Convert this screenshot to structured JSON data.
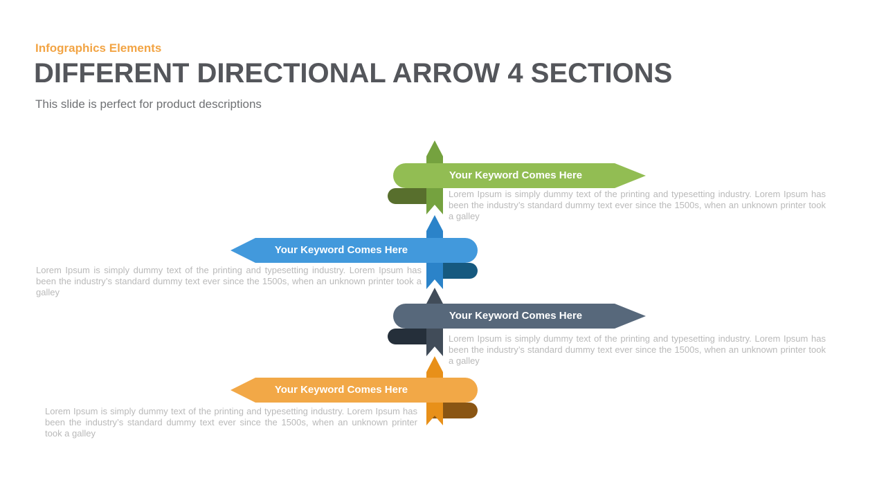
{
  "slide": {
    "eyebrow": "Infographics Elements",
    "title": "DIFFERENT DIRECTIONAL ARROW 4 SECTIONS",
    "subtitle": "This slide is perfect for product descriptions"
  },
  "colors": {
    "eyebrow": "#F2A444",
    "title": "#54565B",
    "subtitle": "#6E7073",
    "body_text": "#B9B9B9",
    "keyword_text": "#FFFFFF"
  },
  "sections": [
    {
      "name": "section-1",
      "direction": "right",
      "keyword": "Your Keyword Comes Here",
      "description": "Lorem Ipsum is simply dummy text of the printing and typesetting industry. Lorem Ipsum has been the industry’s standard dummy text ever since the 1500s, when an unknown printer took a galley",
      "colors": {
        "banner": "#92BD53",
        "arrow": "#75A23F",
        "fold": "#586F2D"
      }
    },
    {
      "name": "section-2",
      "direction": "left",
      "keyword": "Your Keyword Comes Here",
      "description": "Lorem Ipsum is simply dummy text of the printing and typesetting industry. Lorem Ipsum has been the industry’s standard dummy text ever since the 1500s, when an unknown printer took a galley",
      "colors": {
        "banner": "#4299DC",
        "arrow": "#2B83C9",
        "fold": "#16597F"
      }
    },
    {
      "name": "section-3",
      "direction": "right",
      "keyword": "Your Keyword Comes Here",
      "description": "Lorem Ipsum is simply dummy text of the printing and typesetting industry. Lorem Ipsum has been the industry’s standard dummy text ever since the 1500s, when an unknown printer took a galley",
      "colors": {
        "banner": "#57687B",
        "arrow": "#414C59",
        "fold": "#252F3A"
      }
    },
    {
      "name": "section-4",
      "direction": "left",
      "keyword": "Your Keyword Comes Here",
      "description": "Lorem Ipsum is simply dummy text of the printing and typesetting industry. Lorem Ipsum has been the industry’s standard dummy text ever since the 1500s, when an unknown printer took a galley",
      "colors": {
        "banner": "#F2A847",
        "arrow": "#E89019",
        "fold": "#8A5513"
      }
    }
  ]
}
